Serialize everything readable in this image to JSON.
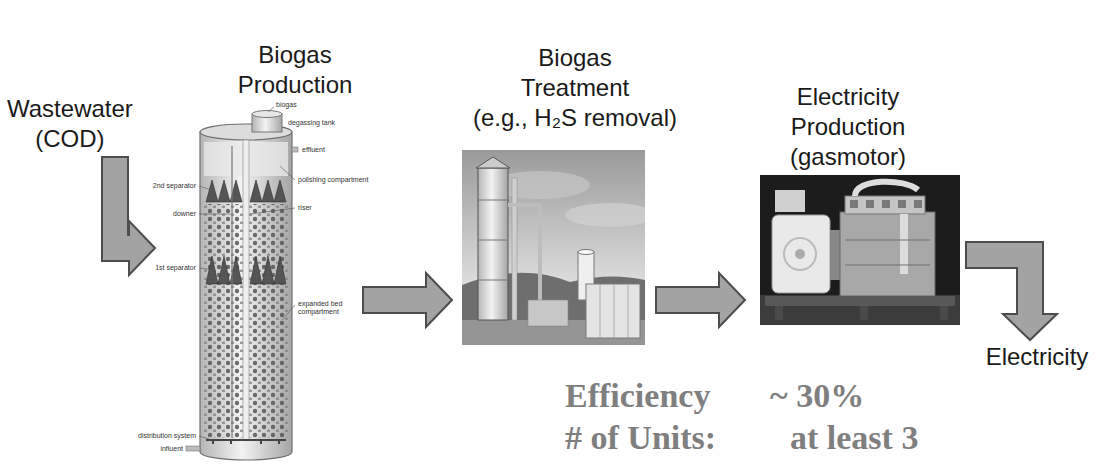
{
  "diagram": {
    "nodes": [
      {
        "text": [
          "Wastewater (COD)"
        ]
      },
      {
        "text": [
          "Biogas Production"
        ]
      },
      {
        "text": [
          "Biogas Treatment (e.g., H₂S removal)"
        ]
      },
      {
        "text": [
          "Electricity Production (gasmotor)"
        ]
      },
      {
        "text": [
          "Electricity"
        ]
      }
    ],
    "edges": [
      {
        "from": 0,
        "to": 1,
        "arrow": "to"
      },
      {
        "from": 1,
        "to": 2,
        "arrow": "to"
      },
      {
        "from": 2,
        "to": 3,
        "arrow": "to"
      },
      {
        "from": 3,
        "to": 4,
        "arrow": "to"
      }
    ],
    "labels": [
      "biogas",
      "degassing tank",
      "effluent",
      "2nd separator",
      "polishing compartment",
      "riser",
      "downer",
      "1st separator",
      "expanded bed compartment",
      "distribution system",
      "influent",
      "Efficiency",
      "~ 30%",
      "# of Units:",
      "at least 3"
    ]
  }
}
